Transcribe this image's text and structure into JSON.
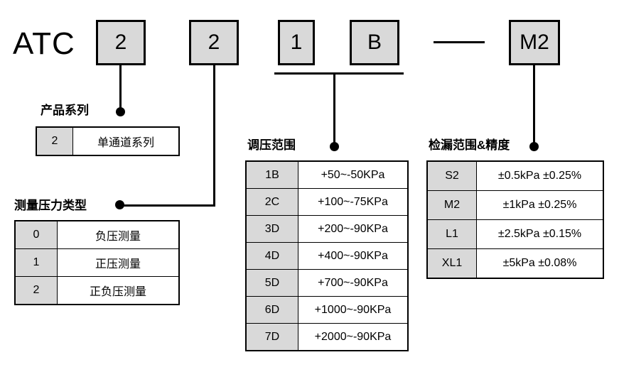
{
  "model": {
    "prefix": "ATC",
    "segments": [
      {
        "name": "series",
        "value": "2"
      },
      {
        "name": "pressure-type",
        "value": "2"
      },
      {
        "name": "range-digit",
        "value": "1"
      },
      {
        "name": "range-letter",
        "value": "B"
      },
      {
        "name": "separator",
        "value": "—"
      },
      {
        "name": "leak-accuracy",
        "value": "M2"
      }
    ]
  },
  "sections": {
    "series": {
      "caption": "产品系列",
      "rows": [
        {
          "code": "2",
          "value": "单通道系列"
        }
      ]
    },
    "pressure_type": {
      "caption": "测量压力类型",
      "rows": [
        {
          "code": "0",
          "value": "负压测量"
        },
        {
          "code": "1",
          "value": "正压测量"
        },
        {
          "code": "2",
          "value": "正负压测量"
        }
      ]
    },
    "pressure_range": {
      "caption": "调压范围",
      "rows": [
        {
          "code": "1B",
          "value": "+50~-50KPa"
        },
        {
          "code": "2C",
          "value": "+100~-75KPa"
        },
        {
          "code": "3D",
          "value": "+200~-90KPa"
        },
        {
          "code": "4D",
          "value": "+400~-90KPa"
        },
        {
          "code": "5D",
          "value": "+700~-90KPa"
        },
        {
          "code": "6D",
          "value": "+1000~-90KPa"
        },
        {
          "code": "7D",
          "value": "+2000~-90KPa"
        }
      ]
    },
    "leak_range": {
      "caption": "检漏范围&精度",
      "rows": [
        {
          "code": "S2",
          "value": "±0.5kPa ±0.25%"
        },
        {
          "code": "M2",
          "value": "±1kPa ±0.25%"
        },
        {
          "code": "L1",
          "value": "±2.5kPa ±0.15%"
        },
        {
          "code": "XL1",
          "value": "±5kPa ±0.08%"
        }
      ]
    }
  },
  "colors": {
    "line": "#000000",
    "code_fill": "#d9d9d9",
    "value_fill": "#ffffff",
    "background": "#ffffff"
  }
}
